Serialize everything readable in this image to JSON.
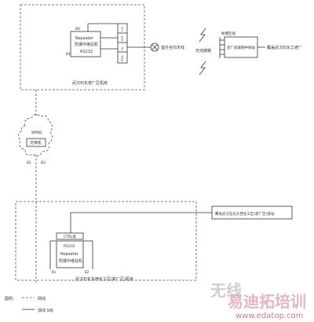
{
  "top_system": {
    "box_label": "武汉石化老厂区机房",
    "device_label_1": "Repeater",
    "device_label_2": "防爆中继站机",
    "device_label_3": "RS232",
    "port_top": "B0",
    "port_side": "B1",
    "rack_ports": [
      "Ctrl",
      "SYS",
      "Tx",
      "RXD"
    ],
    "antenna_label": "室外全向天线",
    "wireless_label": "无线链路",
    "explosion_zone_label": "防爆区域",
    "remote_station_label": "老厂房联网中继站",
    "remote_endpoint_label": "覆盖武汉石化工老厂"
  },
  "network_cloud": {
    "cloud_label": "SPRG",
    "switch_label": "交换机",
    "port_left": "B1",
    "port_right": "B2"
  },
  "bottom_system": {
    "box_label": "武汉石化东西化工区(新厂区)机房",
    "endpoint_label": "覆盖武汉石化东西化工区(新厂区)基站",
    "slot_label": "CTRL板",
    "device_label_1": "RS232",
    "device_label_2": "Repeater",
    "device_label_3": "防爆中继站机",
    "port_label_left": "B1",
    "port_label_right": "B2"
  },
  "legend": {
    "title": "图例：",
    "item_1": "网线",
    "item_2": "馈线 S线"
  },
  "watermark": {
    "cn_text": "易迪拓培训",
    "grey_text": "无线",
    "url": "www.edatop.com"
  }
}
